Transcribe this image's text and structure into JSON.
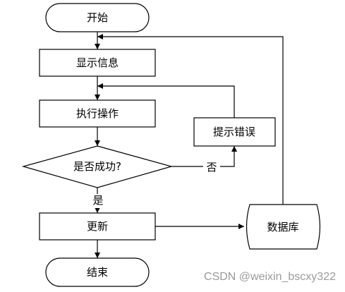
{
  "diagram": {
    "nodes": {
      "start": "开始",
      "show_info": "显示信息",
      "execute": "执行操作",
      "decision": "是否成功?",
      "error": "提示错误",
      "update": "更新",
      "end": "结束",
      "database": "数据库"
    },
    "edge_labels": {
      "yes": "是",
      "no": "否"
    }
  },
  "watermark": "CSDN @weixin_bscxy322"
}
